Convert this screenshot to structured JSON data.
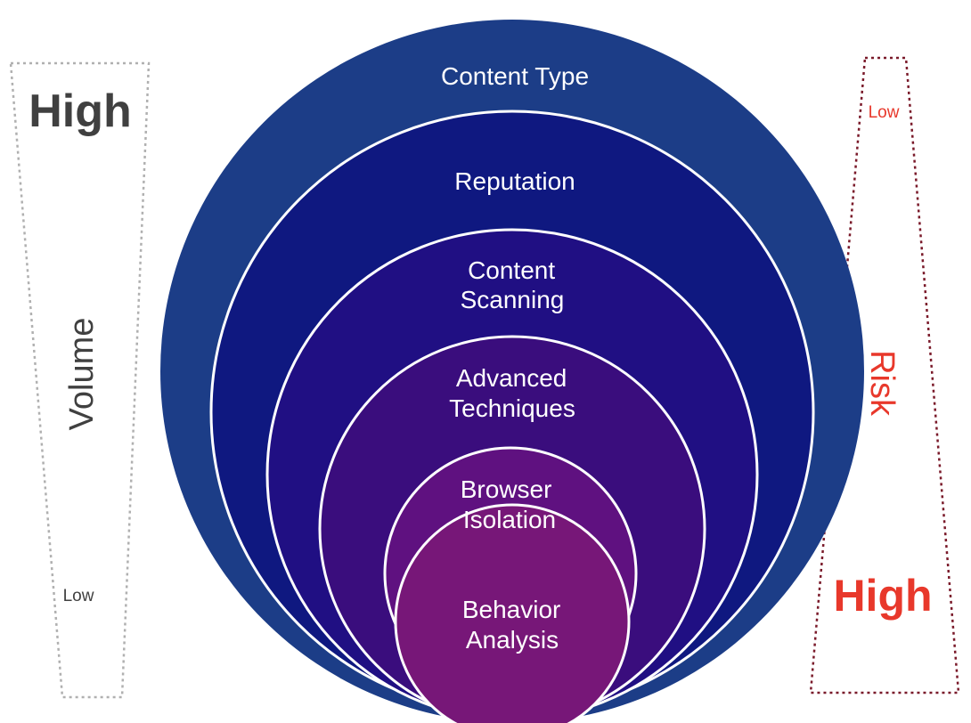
{
  "layers": [
    {
      "id": "content-type",
      "lines": [
        "Content Type"
      ],
      "color": "#1c3d87"
    },
    {
      "id": "reputation",
      "lines": [
        "Reputation"
      ],
      "color": "#0f1880"
    },
    {
      "id": "content-scanning",
      "lines": [
        "Content",
        "Scanning"
      ],
      "color": "#200f83"
    },
    {
      "id": "advanced-techniques",
      "lines": [
        "Advanced",
        "Techniques"
      ],
      "color": "#3a0d7d"
    },
    {
      "id": "browser-isolation",
      "lines": [
        "Browser",
        "Isolation"
      ],
      "color": "#5f1180"
    },
    {
      "id": "behavior-analysis",
      "lines": [
        "Behavior",
        "Analysis"
      ],
      "color": "#771778"
    }
  ],
  "volume": {
    "title": "Volume",
    "high": "High",
    "low": "Low",
    "text_color": "#404040",
    "outline_color": "#b0b0b0"
  },
  "risk": {
    "title": "Risk",
    "high": "High",
    "low": "Low",
    "text_color": "#e8382b",
    "outline_color": "#7a1a2a"
  }
}
